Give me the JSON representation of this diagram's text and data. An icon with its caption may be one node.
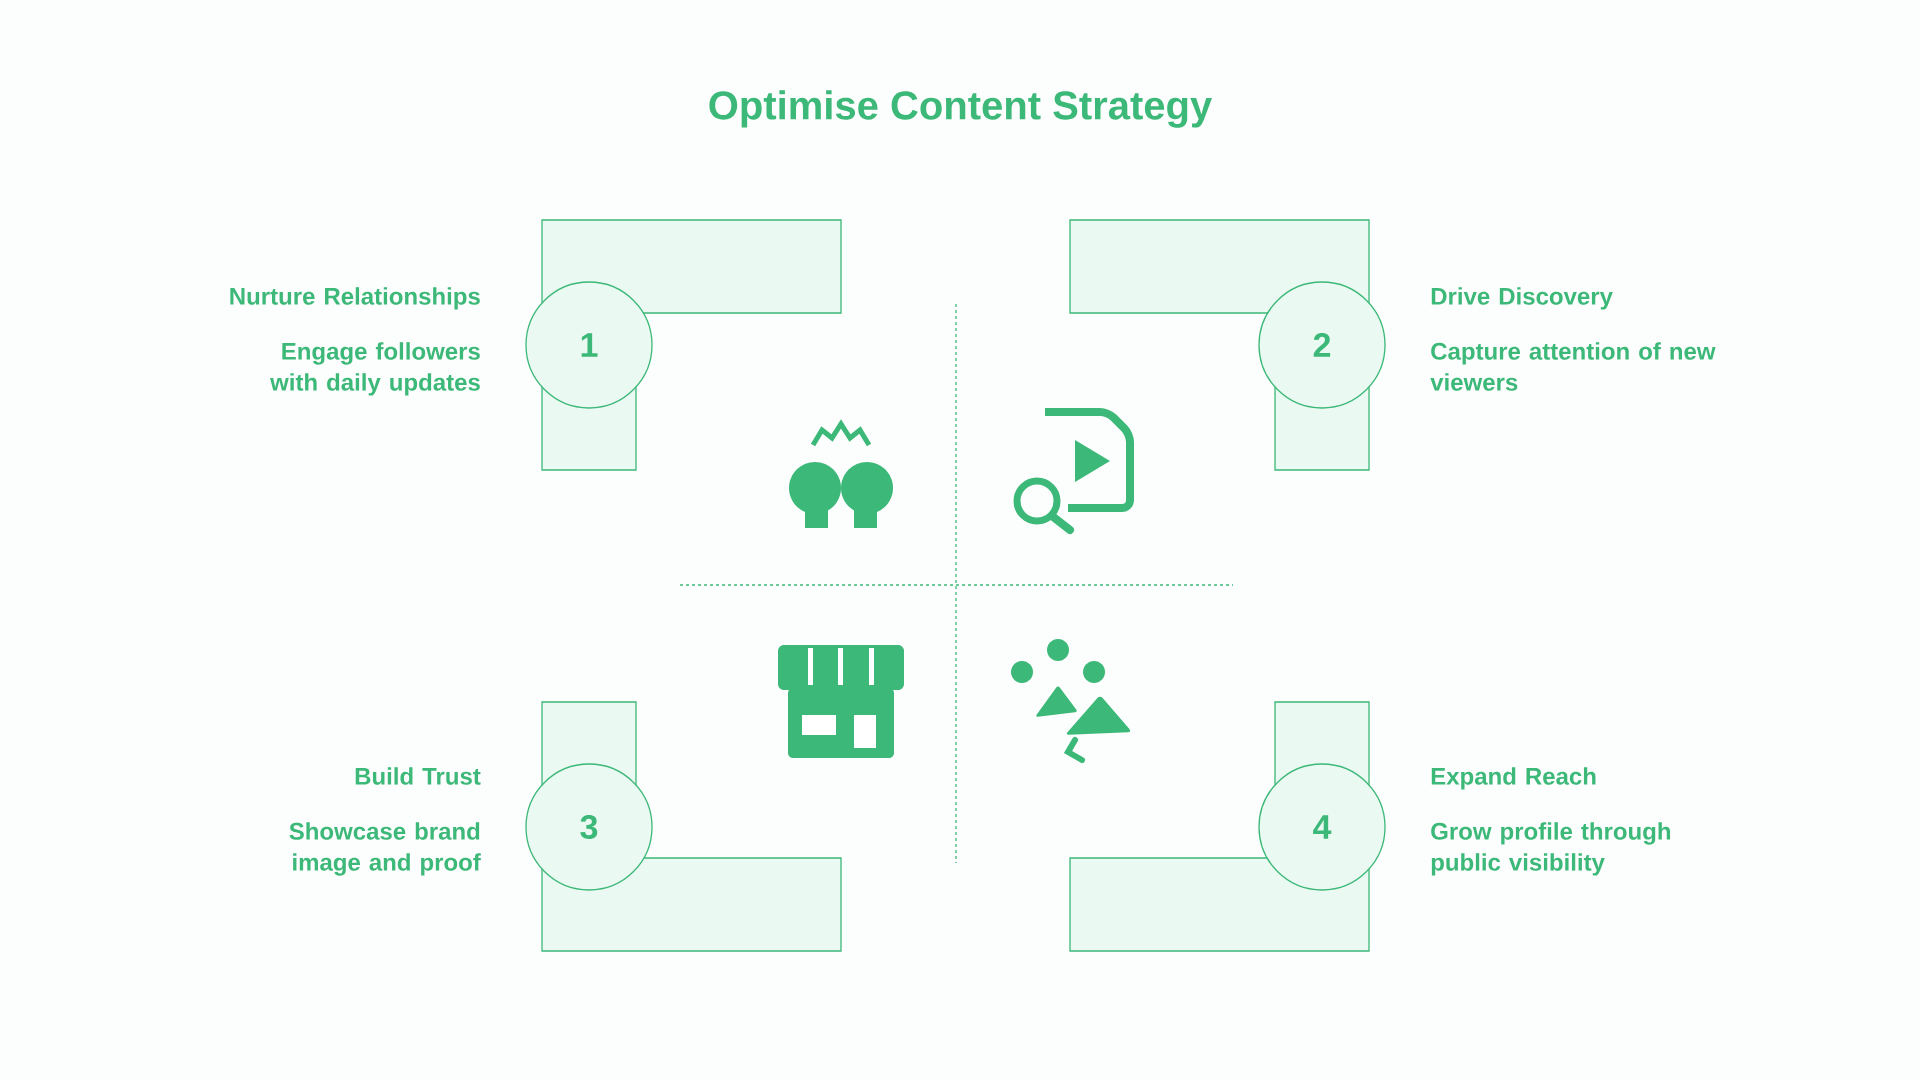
{
  "diagram": {
    "title": "Optimise Content Strategy",
    "nodes": [
      {
        "text": [
          "1"
        ],
        "beside": [
          "Nurture Relationships",
          "Engage followers with daily updates"
        ]
      },
      {
        "text": [
          "2"
        ],
        "beside": [
          "Drive Discovery",
          "Capture attention of new viewers"
        ]
      },
      {
        "text": [
          "3"
        ],
        "beside": [
          "Build Trust",
          "Showcase brand image and proof"
        ]
      },
      {
        "text": [
          "4"
        ],
        "beside": [
          "Expand Reach",
          "Grow profile through public visibility"
        ]
      }
    ]
  }
}
